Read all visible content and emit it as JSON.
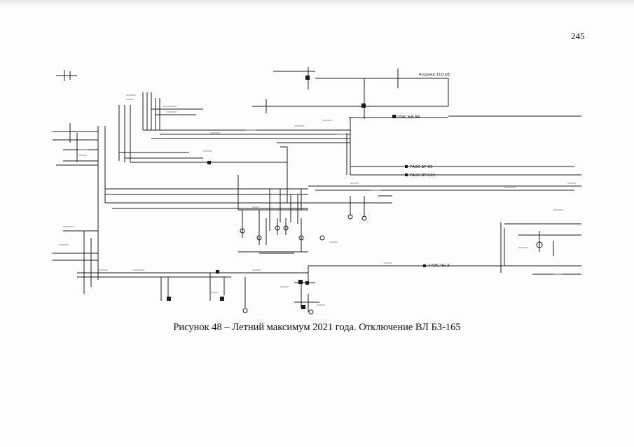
{
  "page": {
    "number": "245",
    "caption": "Рисунок 48 – Летний максимум 2021 года. Отключение ВЛ БЗ-165"
  },
  "diagram": {
    "labels": {
      "substation_top": "Кудряш 110 кВ",
      "line_1": "ГАЭС БН-86",
      "line_2": "ГАЭС БР-65",
      "line_3": "ГАЭС ВР-135",
      "line_4": "ГАЭС Пн-3"
    }
  }
}
